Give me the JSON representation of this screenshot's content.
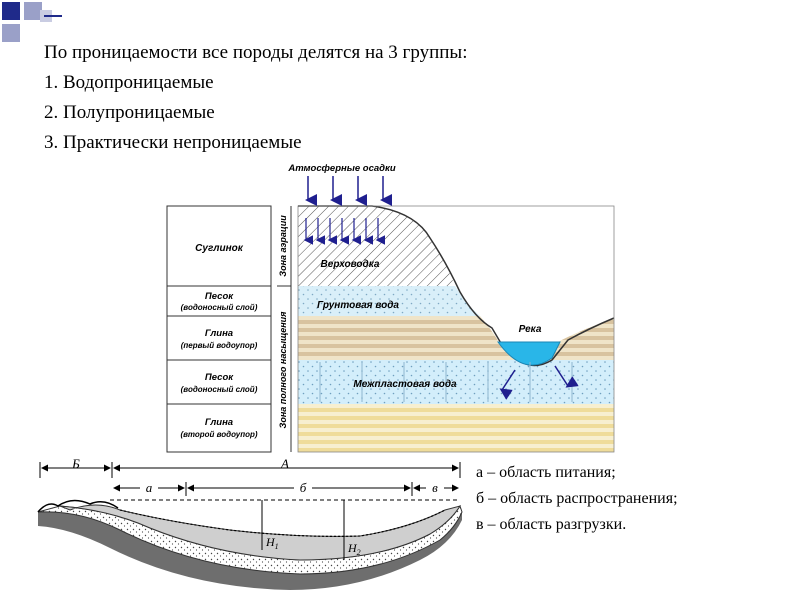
{
  "heading": {
    "intro": "По проницаемости все породы делятся на 3 группы:",
    "items": [
      "1. Водопроницаемые",
      "2. Полупроницаемые",
      "3. Практически непроницаемые"
    ]
  },
  "profile": {
    "precipitation": "Атмосферные осадки",
    "layers": [
      {
        "name": "Суглинок",
        "note": ""
      },
      {
        "name": "Песок",
        "note": "(водоносный слой)"
      },
      {
        "name": "Глина",
        "note": "(первый водоупор)"
      },
      {
        "name": "Песок",
        "note": "(водоносный слой)"
      },
      {
        "name": "Глина",
        "note": "(второй водоупор)"
      }
    ],
    "zone_aeration": "Зона аэрации",
    "zone_saturation": "Зона полного насыщения",
    "perched": "Верховодка",
    "groundwater": "Грунтовая вода",
    "river": "Река",
    "interlayer": "Межпластовая вода"
  },
  "section": {
    "B": "Б",
    "A": "А",
    "a": "а",
    "b": "б",
    "v": "в",
    "h1": "H",
    "h1_sub": "1",
    "h2": "H",
    "h2_sub": "2"
  },
  "legend": [
    "а – область питания;",
    "б – область распространения;",
    "в – область разгрузки."
  ],
  "colors": {
    "accent": "#1f1f8f",
    "water": "#29b6e8",
    "sand": "#d7eef8",
    "clay_dark": "#d9c4a4",
    "clay_light": "#efe2c2",
    "clay_yellow": "#f2e3a7"
  }
}
